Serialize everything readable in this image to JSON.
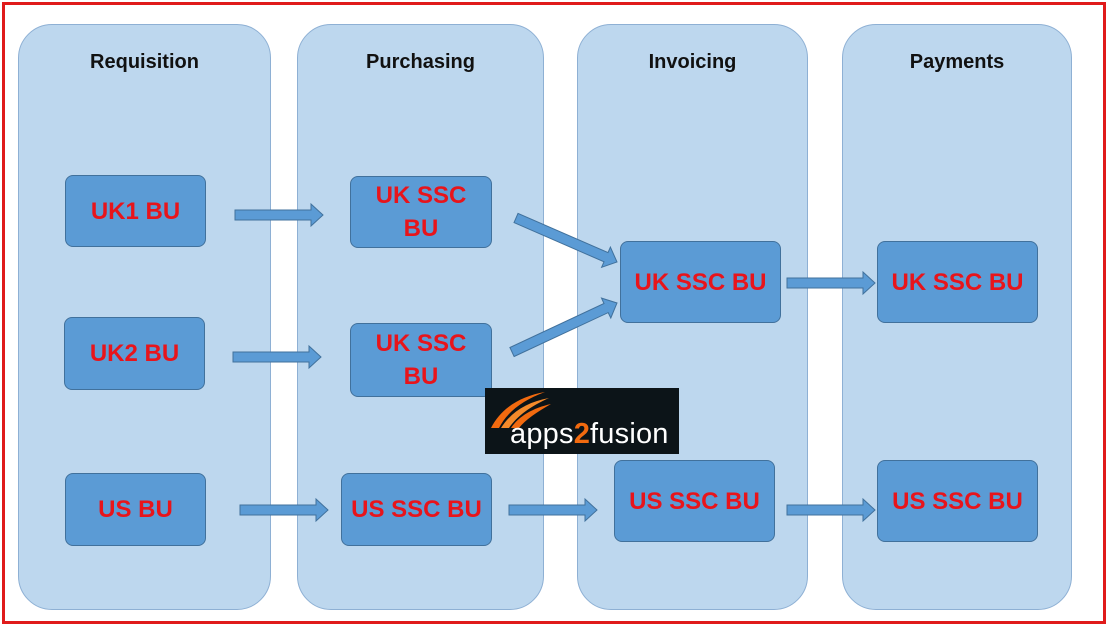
{
  "lanes": [
    {
      "title": "Requisition"
    },
    {
      "title": "Purchasing"
    },
    {
      "title": "Invoicing"
    },
    {
      "title": "Payments"
    }
  ],
  "boxes": {
    "uk1": "UK1 BU",
    "uk2": "UK2 BU",
    "us": "US BU",
    "purch_uk_a": "UK SSC BU",
    "purch_uk_b": "UK SSC BU",
    "purch_us": "US SSC BU",
    "inv_uk": "UK SSC BU",
    "inv_us": "US SSC BU",
    "pay_uk": "UK SSC BU",
    "pay_us": "US SSC BU"
  },
  "logo": {
    "pre": "apps",
    "mid": "2",
    "post": "fusion"
  },
  "colors": {
    "frame": "#e01b1b",
    "lane_fill": "#bdd7ee",
    "box_fill": "#5b9bd5",
    "box_text": "#e8141b",
    "arrow": "#5b9bd5",
    "logo_accent": "#f26a0f"
  }
}
